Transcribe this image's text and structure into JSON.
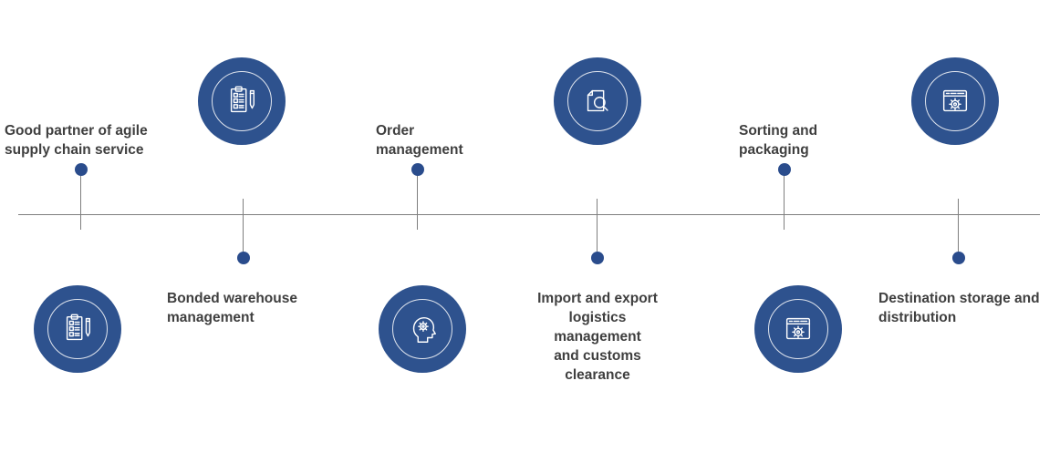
{
  "diagram": {
    "type": "horizontal-alternating-timeline",
    "colors": {
      "circle_fill": "#2e528e",
      "dot_fill": "#2a4c8c",
      "axis_line": "#7f7f7f",
      "label_text": "#3f3f3f",
      "icon_stroke": "#ffffff",
      "background": "#ffffff"
    },
    "items": [
      {
        "label": "Good partner of agile\nsupply chain service",
        "side": "top",
        "icon": "clipboard-pen-icon"
      },
      {
        "label": "Bonded warehouse\nmanagement",
        "side": "bottom",
        "icon": "clipboard-pen-icon"
      },
      {
        "label": "Order\nmanagement",
        "side": "top",
        "icon": "head-gear-icon"
      },
      {
        "label": "Import and export\nlogistics\nmanagement\nand customs\nclearance",
        "side": "bottom",
        "icon": "document-search-icon"
      },
      {
        "label": "Sorting and\npackaging",
        "side": "top",
        "icon": "browser-gear-icon"
      },
      {
        "label": "Destination storage and\ndistribution",
        "side": "bottom",
        "icon": "browser-gear-icon"
      }
    ]
  }
}
